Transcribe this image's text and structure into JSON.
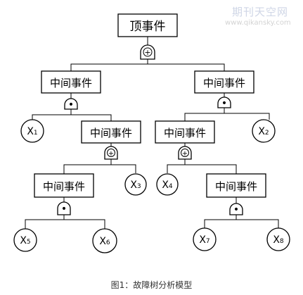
{
  "watermark": {
    "site_name": "期刊天空网",
    "url": "www.qikansky.com"
  },
  "caption": "图1：故障树分析模型",
  "colors": {
    "stroke": "#000000",
    "text": "#000000",
    "background": "#ffffff",
    "watermark": "#cfd6e6"
  },
  "tree": {
    "top_event": "顶事件",
    "intermediate_event": "中间事件",
    "gates": {
      "or": "+",
      "and": "•"
    },
    "basic_events": {
      "x1": {
        "base": "X",
        "sub": "1"
      },
      "x2": {
        "base": "X",
        "sub": "2"
      },
      "x3": {
        "base": "X",
        "sub": "3"
      },
      "x4": {
        "base": "X",
        "sub": "4"
      },
      "x5": {
        "base": "X",
        "sub": "5"
      },
      "x6": {
        "base": "X",
        "sub": "6"
      },
      "x7": {
        "base": "X",
        "sub": "7"
      },
      "x8": {
        "base": "X",
        "sub": "8"
      }
    }
  }
}
